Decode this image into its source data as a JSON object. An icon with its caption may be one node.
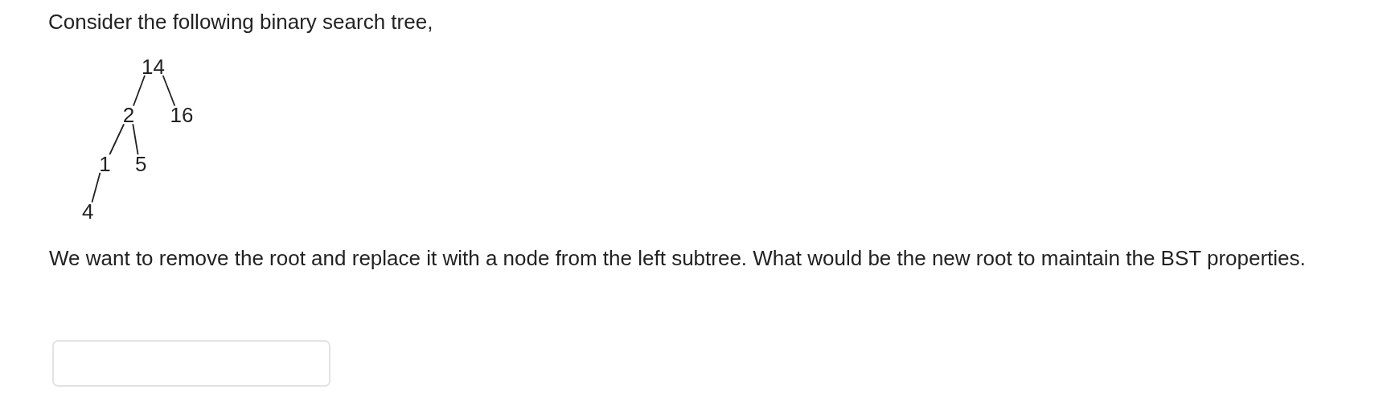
{
  "diagram": {
    "title": "Consider the following binary search tree,",
    "nodes": [
      {
        "text": [
          "14"
        ]
      },
      {
        "text": [
          "2"
        ]
      },
      {
        "text": [
          "16"
        ]
      },
      {
        "text": [
          "1"
        ]
      },
      {
        "text": [
          "5"
        ]
      },
      {
        "text": [
          "4"
        ]
      }
    ],
    "edges": [
      {
        "from": 0,
        "to": 1,
        "arrow": "none"
      },
      {
        "from": 0,
        "to": 2,
        "arrow": "none"
      },
      {
        "from": 1,
        "to": 3,
        "arrow": "none"
      },
      {
        "from": 1,
        "to": 4,
        "arrow": "none"
      },
      {
        "from": 3,
        "to": 5,
        "arrow": "none"
      }
    ],
    "labels": [
      "We want to remove the root and replace it with a node from the left subtree. What would be the new root to maintain the BST properties."
    ]
  }
}
